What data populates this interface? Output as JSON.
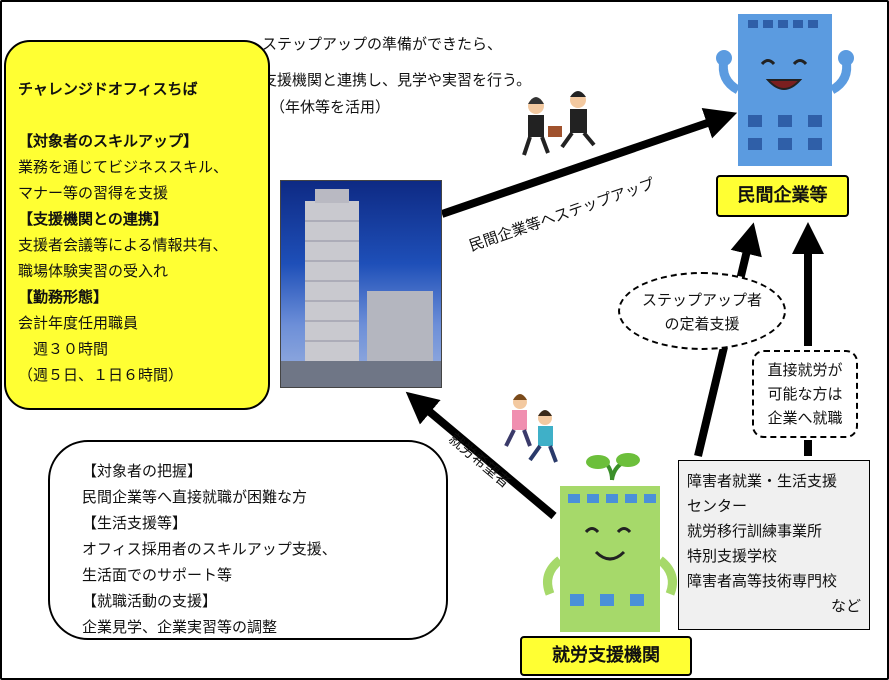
{
  "top_text": {
    "line1": "ステップアップの準備ができたら、",
    "line2": "支援機関と連携し、見学や実習を行う。",
    "line3": "（年休等を活用）"
  },
  "challenge_office": {
    "title": "チャレンジドオフィスちば",
    "skill_heading": "【対象者のスキルアップ】",
    "skill_lines": [
      "業務を通じてビジネススキル、",
      "マナー等の習得を支援"
    ],
    "coop_heading": "【支援機関との連携】",
    "coop_lines": [
      "支援者会議等による情報共有、",
      "職場体験実習の受入れ"
    ],
    "work_heading": "【勤務形態】",
    "work_lines": [
      "会計年度任用職員",
      "　週３０時間",
      "（週５日、１日６時間）"
    ]
  },
  "labels": {
    "company": "民間企業等",
    "support_org": "就労支援機関",
    "arrow_stepup": "民間企業等へステップアップ",
    "arrow_jobseeker": "就労希望者"
  },
  "callouts": {
    "retention_lines": [
      "ステップアップ者",
      "の定着支援"
    ],
    "direct_lines": [
      "直接就労が",
      "可能な方は",
      "企業へ就職"
    ]
  },
  "institutions": {
    "items": [
      "障害者就業・生活支援",
      "センター",
      "就労移行訓練事業所",
      "特別支援学校",
      "障害者高等技術専門校"
    ],
    "suffix": "など"
  },
  "support_details": {
    "lines": [
      "【対象者の把握】",
      "民間企業等へ直接就職が困難な方",
      "【生活支援等】",
      "オフィス採用者のスキルアップ支援、",
      "生活面でのサポート等",
      "【就職活動の支援】",
      "企業見学、企業実習等の調整"
    ]
  },
  "colors": {
    "highlight_yellow": "#ffff33",
    "company_building": "#5b9be0",
    "support_building": "#a6d96a",
    "mascot_red": "#e0141e"
  }
}
